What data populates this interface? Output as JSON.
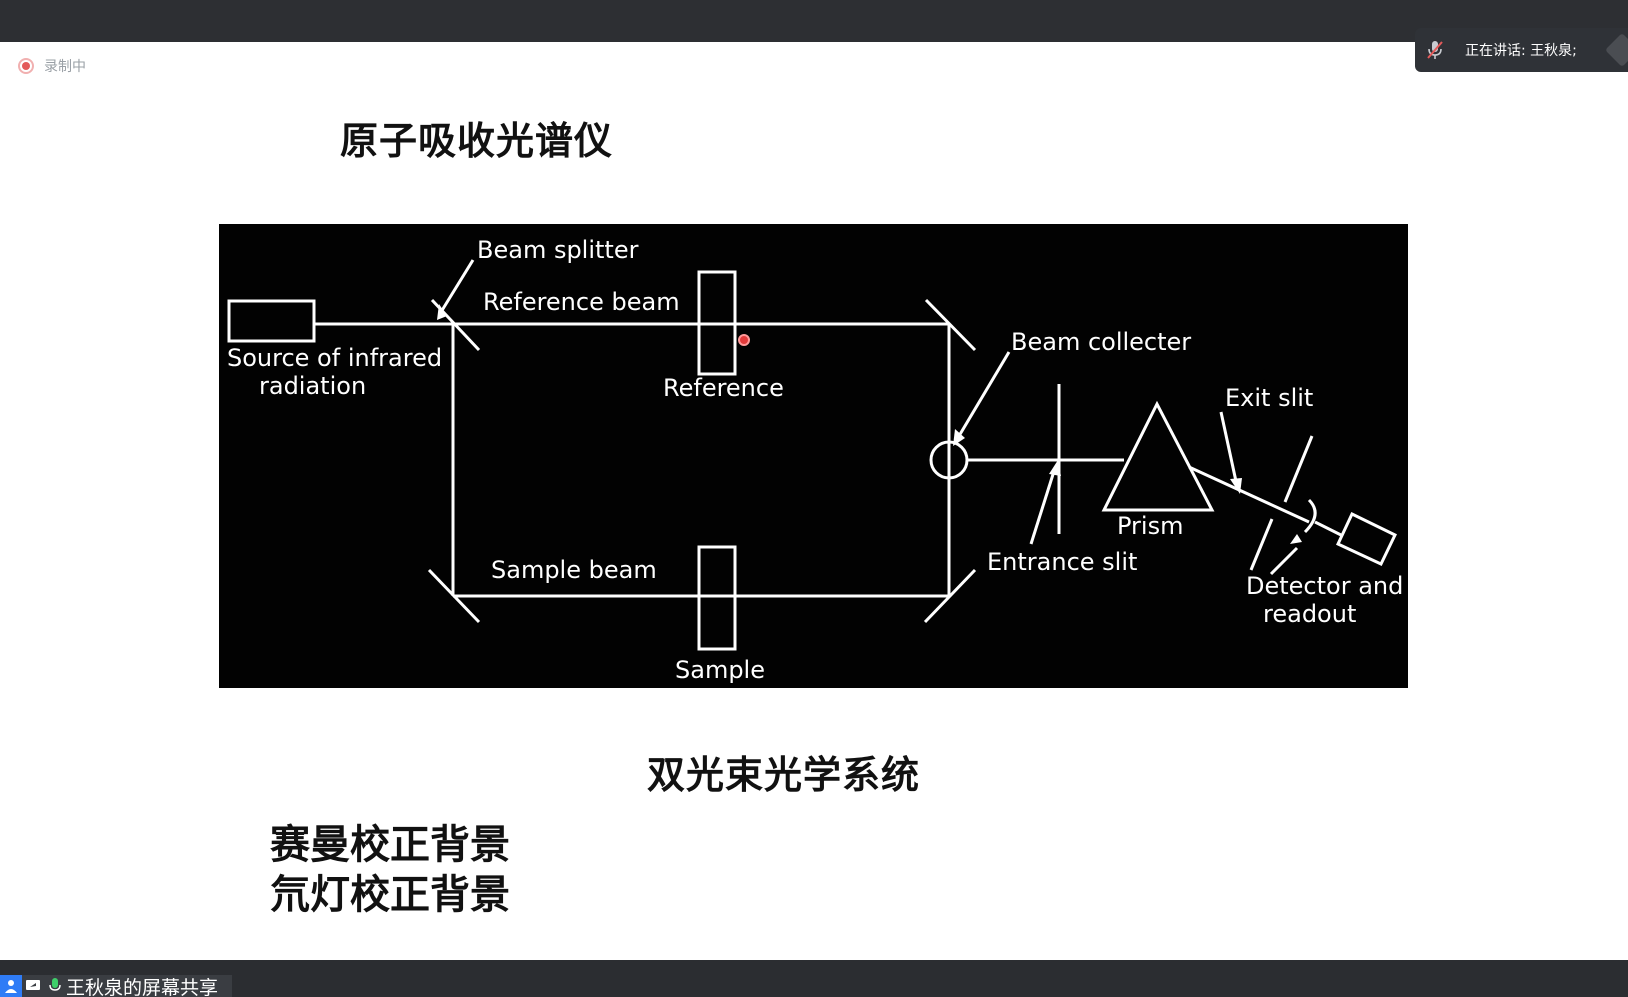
{
  "recording": {
    "label": "录制中"
  },
  "speaker": {
    "label": "正在讲话: 王秋泉;"
  },
  "slide": {
    "title": "原子吸收光谱仪",
    "caption": "双光束光学系统",
    "notes": [
      "赛曼校正背景",
      "氘灯校正背景"
    ]
  },
  "diagram": {
    "labels": {
      "beam_splitter": "Beam splitter",
      "reference_beam": "Reference beam",
      "source_line1": "Source of infrared",
      "source_line2": "radiation",
      "reference": "Reference",
      "beam_collecter": "Beam collecter",
      "exit_slit": "Exit slit",
      "prism": "Prism",
      "entrance_slit": "Entrance slit",
      "sample_beam": "Sample beam",
      "sample": "Sample",
      "detector_line1": "Detector and",
      "detector_line2": "readout"
    }
  },
  "share": {
    "label": "王秋泉的屏幕共享"
  },
  "colors": {
    "topbar": "#2d2f33",
    "record_red": "#e35a5a",
    "share_blue": "#2f7cf6"
  }
}
